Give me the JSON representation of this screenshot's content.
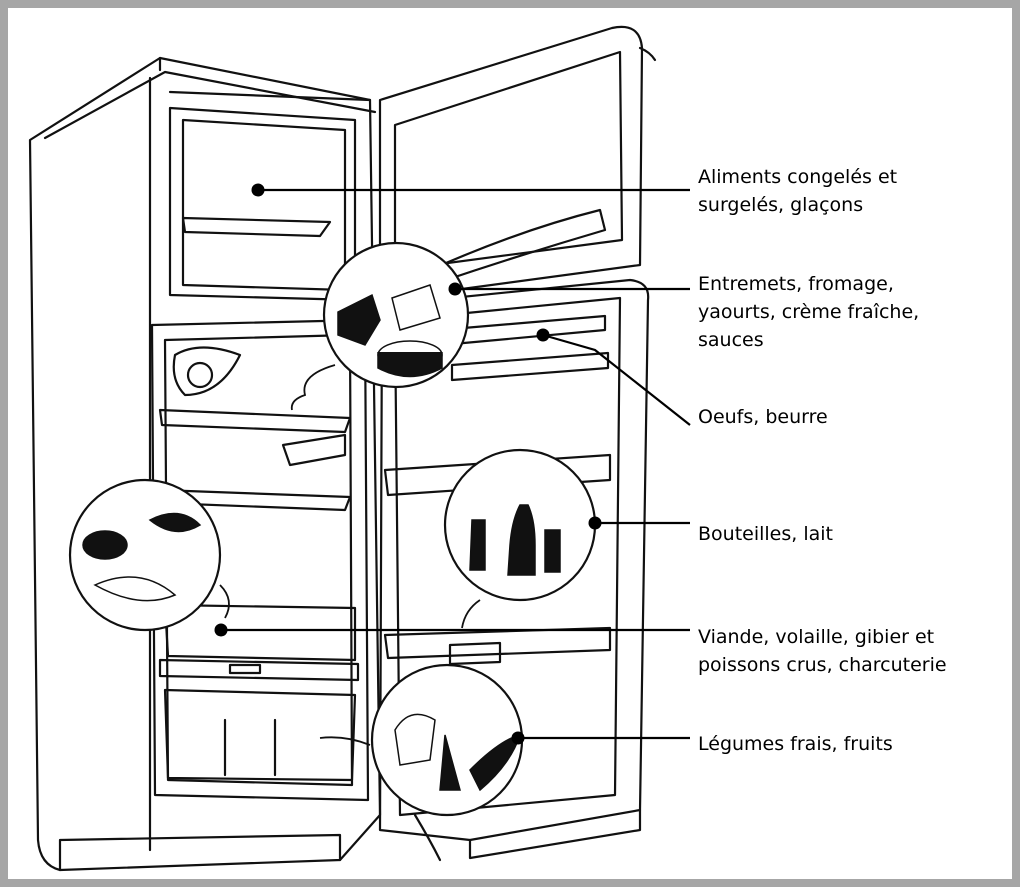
{
  "labels": [
    {
      "lines": [
        "Aliments congelés et",
        "surgelés, glaçons"
      ]
    },
    {
      "lines": [
        "Entremets, fromage,",
        "yaourts, crème fraîche,",
        "sauces"
      ]
    },
    {
      "lines": [
        "Oeufs, beurre"
      ]
    },
    {
      "lines": [
        "Bouteilles, lait"
      ]
    },
    {
      "lines": [
        "Viande, volaille, gibier et",
        "poissons crus, charcuterie"
      ]
    },
    {
      "lines": [
        "Légumes frais, fruits"
      ]
    }
  ],
  "colors": {
    "frame": "#a6a6a6",
    "ink": "#000000",
    "background": "#ffffff"
  },
  "illustration": "refrigerator-line-drawing"
}
